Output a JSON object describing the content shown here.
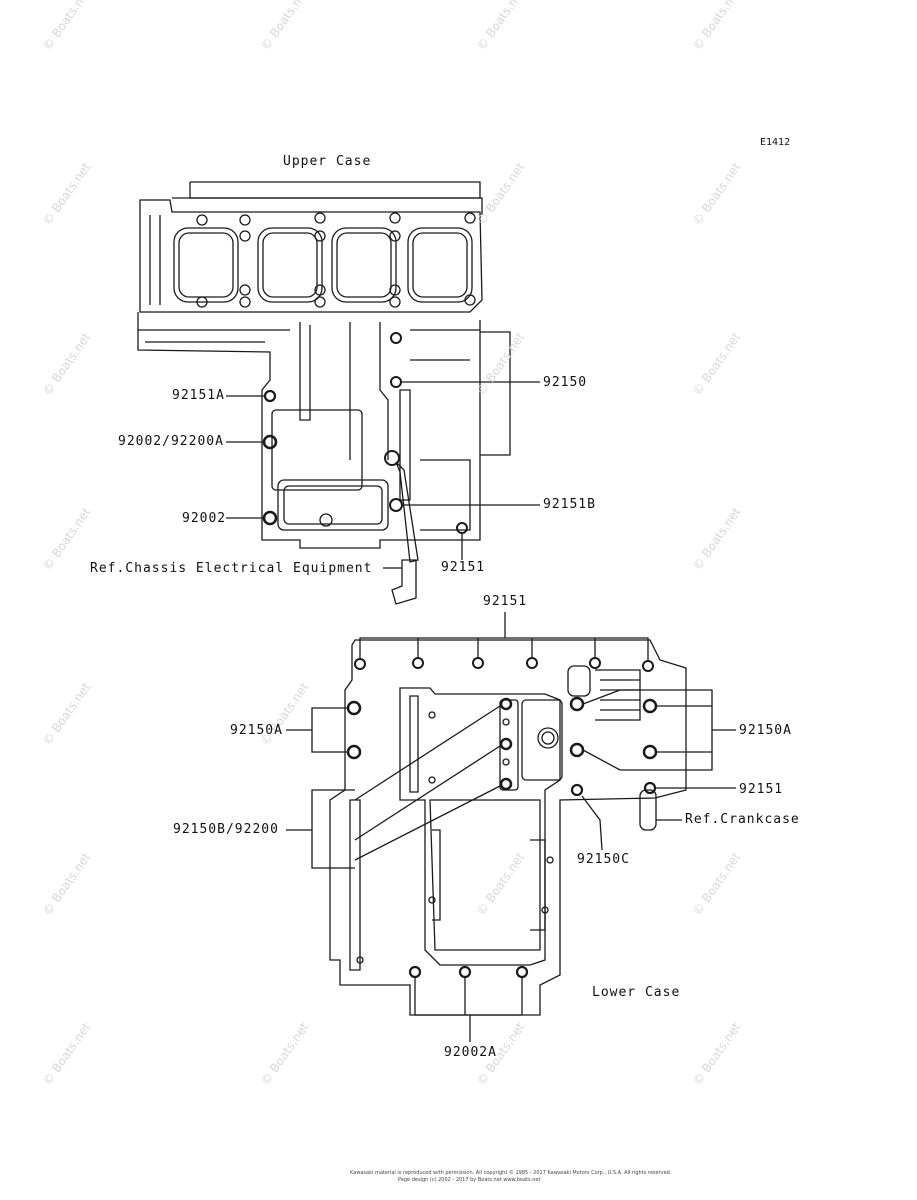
{
  "diagram_code": "E1412",
  "sections": {
    "upper": "Upper Case",
    "lower": "Lower Case"
  },
  "labels": {
    "u_92151A": "92151A",
    "u_92150": "92150",
    "u_92002_92200A": "92002/92200A",
    "u_92002": "92002",
    "u_92151B": "92151B",
    "u_ref_chassis": "Ref.Chassis Electrical Equipment",
    "u_92151": "92151",
    "l_92151_top": "92151",
    "l_92150A_left": "92150A",
    "l_92150A_right": "92150A",
    "l_92151_right": "92151",
    "l_ref_crankcase": "Ref.Crankcase",
    "l_92150B_92200": "92150B/92200",
    "l_92150C": "92150C",
    "l_92002A": "92002A"
  },
  "watermark": "© Boats.net",
  "copyright": [
    "Kawasaki material is reproduced with permission. All copyright © 1985 - 2017 Kawasaki Motors Corp., U.S.A. All rights reserved.",
    "Page design (c) 2002 - 2017 by Boats.net  www.boats.net"
  ]
}
